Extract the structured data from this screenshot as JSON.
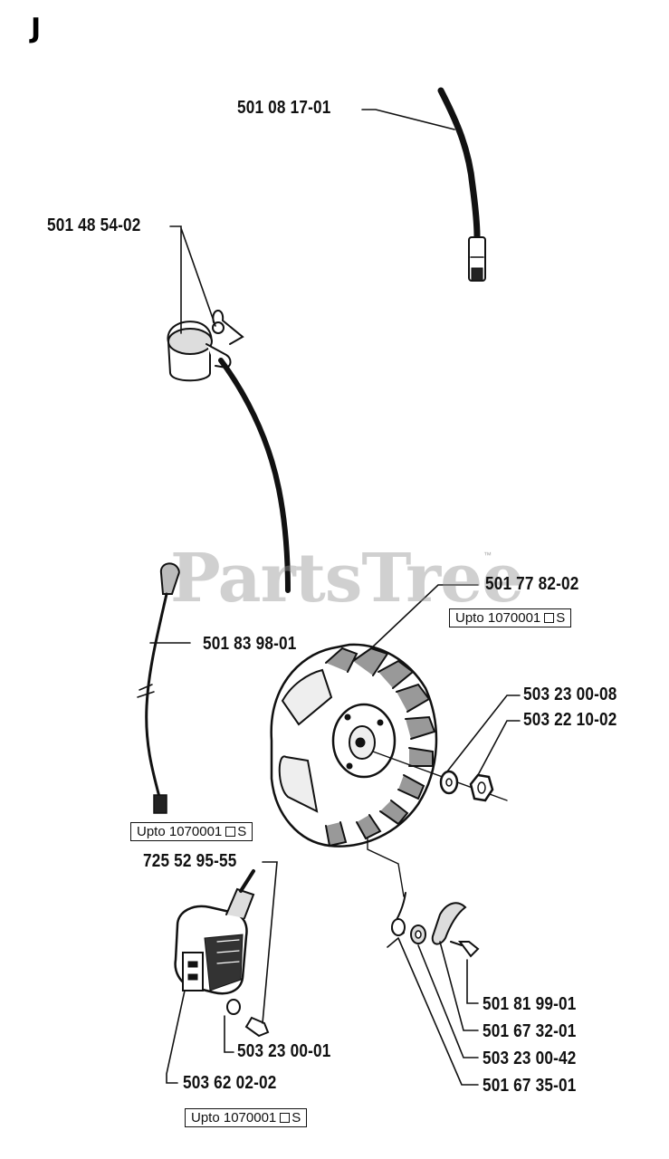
{
  "section_mark": "J",
  "watermark": "PartsTree",
  "watermark_tm": "™",
  "labels": {
    "hv_lead": "501 08 17-01",
    "spark_plug_cap": "501 48 54-02",
    "flywheel": "501 77 82-02",
    "ignition_lead": "501 83 98-01",
    "washer_flywheel": "503 23 00-08",
    "nut_flywheel": "503 22 10-02",
    "ignition_module": "725 52 95-55",
    "pawl": "501 81 99-01",
    "pawl_screw": "501 67 32-01",
    "washer_pawl": "503 23 00-42",
    "spring": "501 67 35-01",
    "washer_module": "503 23 00-01",
    "screw_module": "503 62 02-02"
  },
  "notes": {
    "flywheel_note": "Upto 1070001",
    "lead_note": "Upto 1070001",
    "module_note": "Upto 1070001",
    "suffix": "S"
  }
}
